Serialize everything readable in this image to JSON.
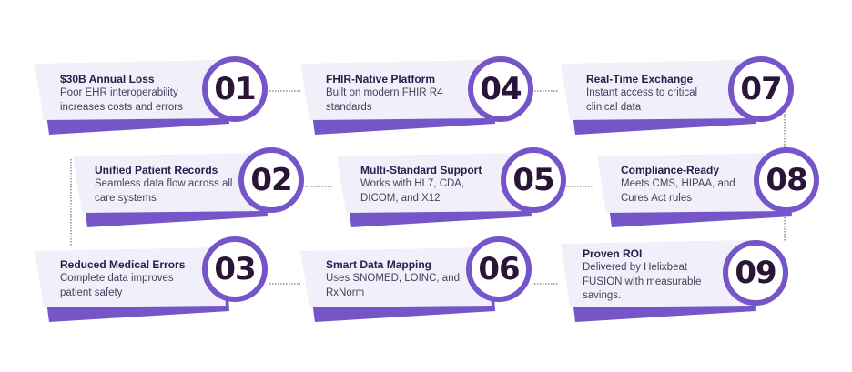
{
  "colors": {
    "card_fill": "#f1effa",
    "card_shadow": "#7556c8",
    "circle_border": "#7556c8",
    "number_text": "#2a1538",
    "title_text": "#2a1b4a",
    "connector": "#555555"
  },
  "steps": [
    {
      "number": "01",
      "title": "$30B Annual Loss",
      "desc": "Poor EHR interoperability increases costs and errors"
    },
    {
      "number": "02",
      "title": "Unified Patient Records",
      "desc": "Seamless data flow across all care systems"
    },
    {
      "number": "03",
      "title": "Reduced Medical Errors",
      "desc": "Complete data improves patient safety"
    },
    {
      "number": "04",
      "title": "FHIR-Native Platform",
      "desc": "Built on modern FHIR R4 standards"
    },
    {
      "number": "05",
      "title": "Multi-Standard Support",
      "desc": "Works with HL7, CDA, DICOM, and X12"
    },
    {
      "number": "06",
      "title": "Smart Data Mapping",
      "desc": "Uses SNOMED, LOINC, and RxNorm"
    },
    {
      "number": "07",
      "title": "Real-Time Exchange",
      "desc": "Instant access to critical clinical data"
    },
    {
      "number": "08",
      "title": "Compliance-Ready",
      "desc": "Meets CMS, HIPAA, and Cures Act rules"
    },
    {
      "number": "09",
      "title": "Proven ROI",
      "desc": "Delivered by Helixbeat FUSION with measurable savings."
    }
  ]
}
